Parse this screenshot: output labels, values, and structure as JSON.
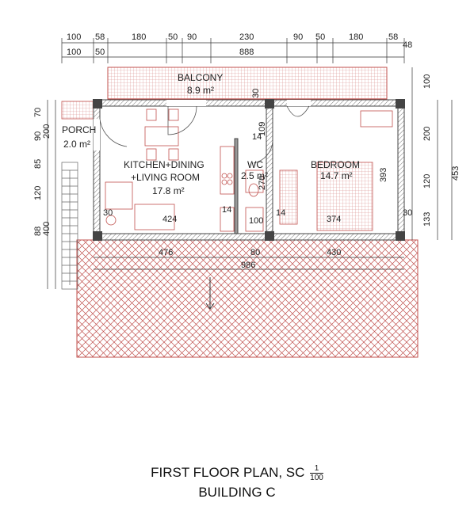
{
  "dims_top_row1": [
    "100",
    "58",
    "180",
    "50",
    "90",
    "230",
    "90",
    "50",
    "180",
    "58"
  ],
  "dims_top_row2": [
    "100",
    "50",
    "888",
    "48"
  ],
  "dims_left": [
    "70",
    "200",
    "90",
    "85",
    "120",
    "88",
    "400"
  ],
  "dims_right": [
    "100",
    "200",
    "120",
    "133",
    "453",
    "393"
  ],
  "dims_bottom": [
    "476",
    "80",
    "430",
    "986"
  ],
  "dims_inner": [
    "30",
    "424",
    "14",
    "100",
    "14",
    "374",
    "30",
    "14",
    "109",
    "270",
    "30"
  ],
  "rooms": {
    "balcony": {
      "name": "BALCONY",
      "area": "8.9 m²"
    },
    "porch": {
      "name": "PORCH",
      "area": "2.0 m²"
    },
    "kitchen": {
      "name_line1": "KITCHEN+DINING",
      "name_line2": "+LIVING ROOM",
      "area": "17.8 m²"
    },
    "wc": {
      "name": "WC",
      "area": "2.5 m²"
    },
    "bedroom": {
      "name": "BEDROOM",
      "area": "14.7 m²"
    }
  },
  "title": {
    "line1": "FIRST FLOOR PLAN, SC",
    "scale_num": "1",
    "scale_den": "100",
    "line2": "BUILDING C"
  },
  "colors": {
    "hatch": "#c0504d",
    "wall": "#555555"
  }
}
